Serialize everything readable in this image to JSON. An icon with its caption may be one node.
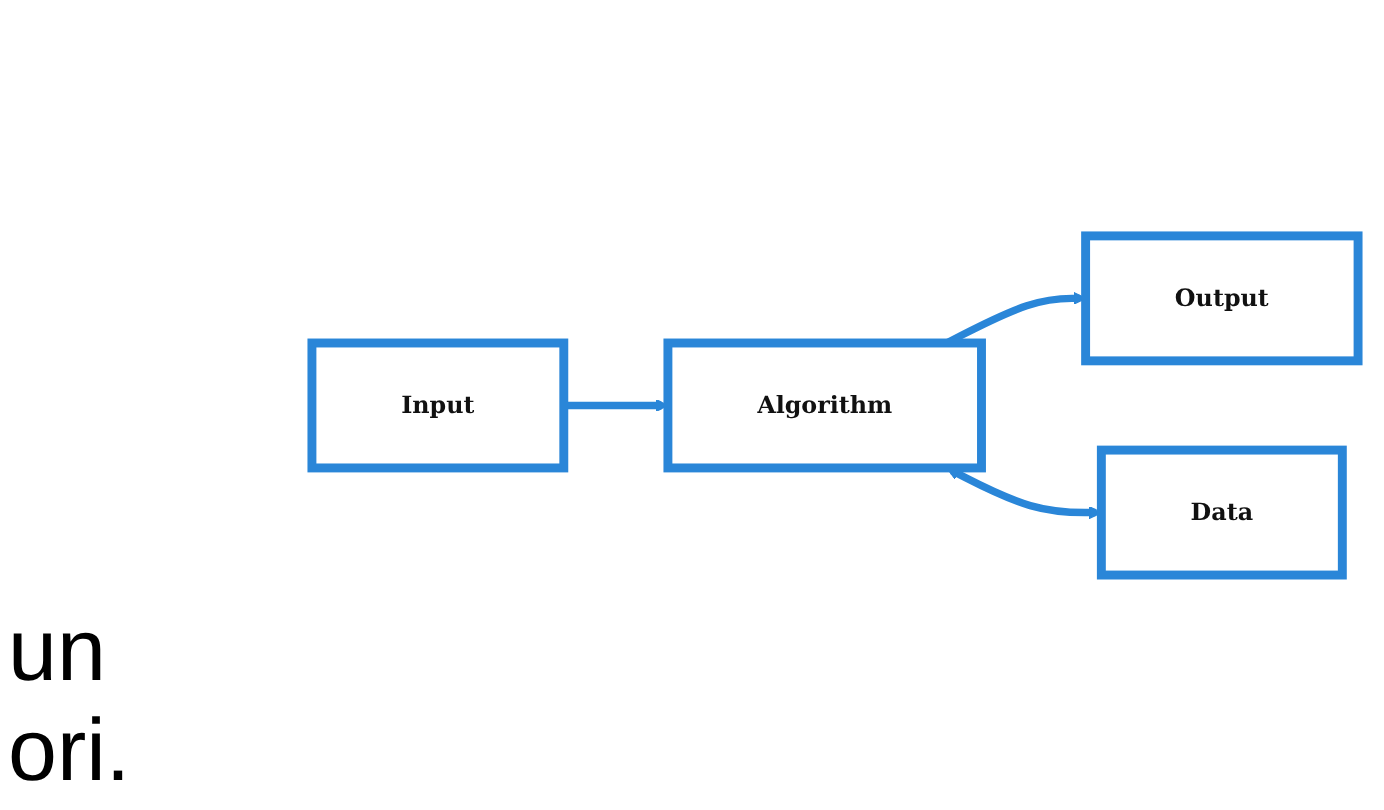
{
  "diagram": {
    "nodes": [
      {
        "text": [
          "Input"
        ]
      },
      {
        "text": [
          "Algorithm"
        ]
      },
      {
        "text": [
          "Output"
        ]
      },
      {
        "text": [
          "Data"
        ]
      }
    ],
    "edges": [
      {
        "from": 0,
        "to": 1,
        "arrow": "to"
      },
      {
        "from": 1,
        "to": 2,
        "arrow": "to"
      },
      {
        "from": 1,
        "to": 3,
        "arrow": "both"
      }
    ],
    "labels": [
      "un",
      "ori."
    ]
  }
}
